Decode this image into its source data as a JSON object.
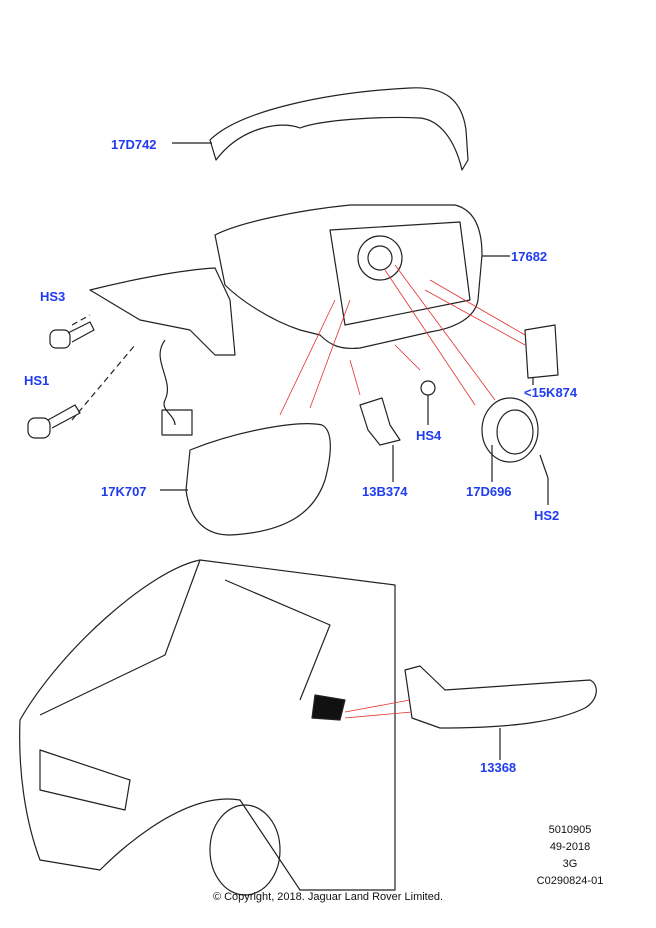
{
  "parts": {
    "p17D742": "17D742",
    "p17682": "17682",
    "pHS3": "HS3",
    "pHS1": "HS1",
    "p15K874": "<15K874",
    "pHS4": "HS4",
    "p17K707": "17K707",
    "p13B374": "13B374",
    "p17D696": "17D696",
    "pHS2": "HS2",
    "p13368": "13368"
  },
  "info": {
    "line1": "5010905",
    "line2": "49-2018",
    "line3": "3G",
    "line4": "C0290824-01"
  },
  "copyright": "© Copyright, 2018. Jaguar Land Rover Limited.",
  "colors": {
    "label": "#1f3cf0",
    "leader_red": "#e53030"
  }
}
